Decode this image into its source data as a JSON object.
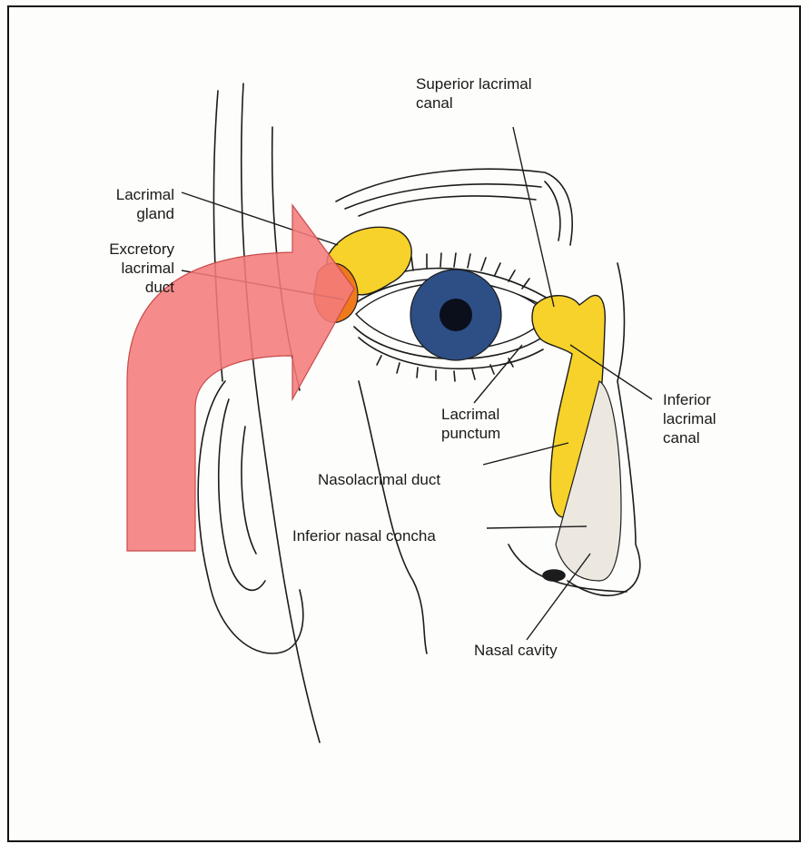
{
  "figure": {
    "labels": {
      "superior_lacrimal_canal": [
        "Superior lacrimal",
        "canal"
      ],
      "lacrimal_gland": [
        "Lacrimal",
        "gland"
      ],
      "excretory_lacrimal_duct": [
        "Excretory",
        "lacrimal",
        "duct"
      ],
      "lacrimal_punctum": [
        "Lacrimal",
        "punctum"
      ],
      "inferior_lacrimal_canal": [
        "Inferior",
        "lacrimal",
        "canal"
      ],
      "nasolacrimal_duct": "Nasolacrimal duct",
      "inferior_nasal_concha": "Inferior nasal concha",
      "nasal_cavity": "Nasal cavity"
    },
    "colors": {
      "gland_yellow": "#f7d22a",
      "duct_orange": "#f07a1a",
      "arrow_red": "#f47b7b",
      "iris_blue": "#2d4f86",
      "line_ink": "#1c1c1c"
    },
    "icons": {
      "arrow": "curved-arrow-icon"
    }
  }
}
